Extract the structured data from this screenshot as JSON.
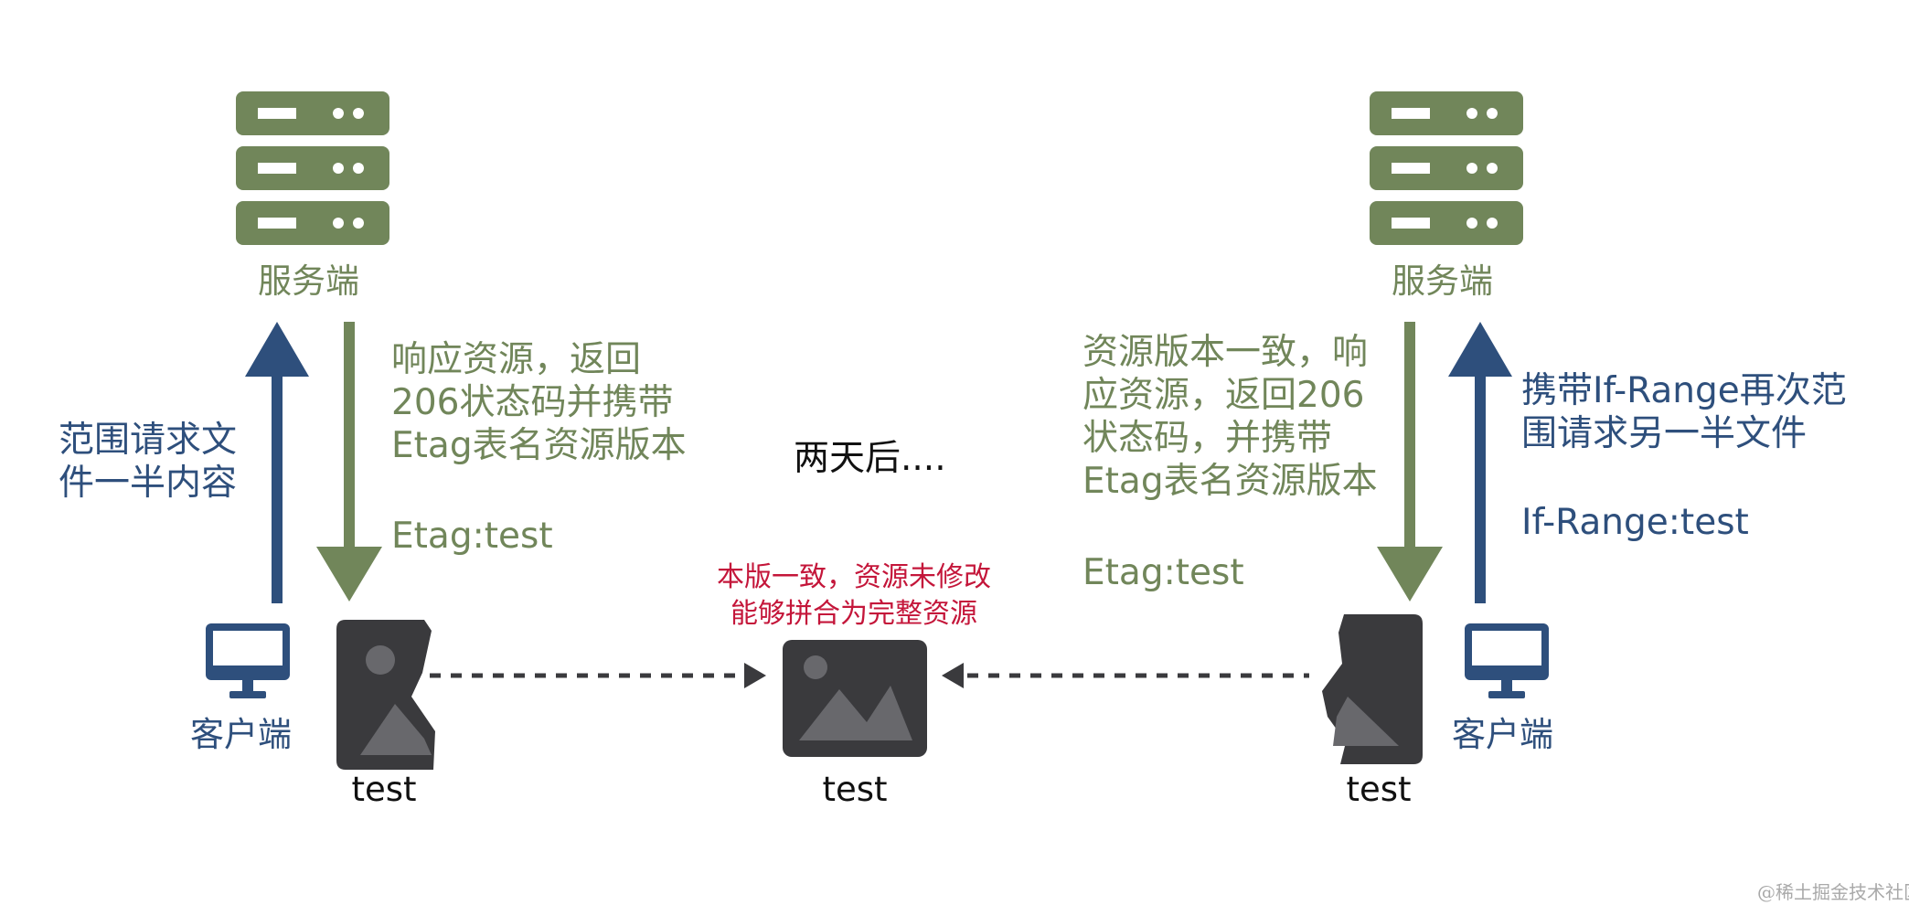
{
  "nodes": {
    "left_server_label": "服务端",
    "right_server_label": "服务端",
    "left_client_label": "客户端",
    "right_client_label": "客户端"
  },
  "left": {
    "request_lines": [
      "范围请求文",
      "件一半内容"
    ],
    "response_lines": [
      "响应资源，返回",
      "206状态码并携带",
      "Etag表名资源版本"
    ],
    "etag": "Etag:test",
    "file_label": "test"
  },
  "middle": {
    "time_label": "两天后....",
    "note_lines": [
      "本版一致，资源未修改",
      "能够拼合为完整资源"
    ],
    "file_label": "test"
  },
  "right": {
    "response_lines": [
      "资源版本一致，响",
      "应资源，返回206",
      "状态码，并携带",
      "Etag表名资源版本"
    ],
    "etag": "Etag:test",
    "request_lines": [
      "携带If-Range再次范",
      "围请求另一半文件"
    ],
    "if_range": "If-Range:test",
    "file_label": "test"
  },
  "watermark": "@稀土掘金技术社区",
  "colors": {
    "server_green": "#71865a",
    "client_blue": "#2e4f7c",
    "file_dark": "#3a3a3d",
    "note_red": "#c4163a"
  },
  "icons": [
    "server-icon",
    "monitor-icon",
    "image-file-icon"
  ]
}
